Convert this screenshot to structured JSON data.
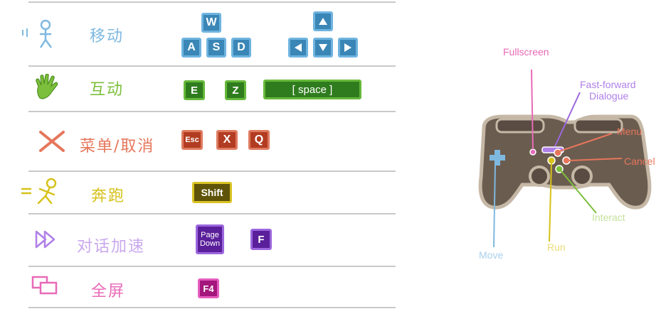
{
  "colors": {
    "move": "#7fb9e0",
    "interact": "#7cbf3c",
    "menu": "#e6765a",
    "run": "#d6c21a",
    "dialogue": "#b07fe8",
    "fullscreen": "#e86ab8"
  },
  "rows": {
    "move": {
      "label": "移动",
      "icon": "walking-person-icon",
      "keys": [
        "W",
        "A",
        "S",
        "D"
      ],
      "arrows": [
        "arrow-up",
        "arrow-left",
        "arrow-down",
        "arrow-right"
      ]
    },
    "interact": {
      "label": "互动",
      "icon": "hand-icon",
      "keys": [
        "E",
        "Z",
        "[ space ]"
      ]
    },
    "menu": {
      "label": "菜单/取消",
      "icon": "cross-icon",
      "keys": [
        "Esc",
        "X",
        "Q"
      ]
    },
    "run": {
      "label": "奔跑",
      "icon": "running-person-icon",
      "keys": [
        "Shift"
      ]
    },
    "dialogue": {
      "label": "对话加速",
      "icon": "fast-forward-icon",
      "keys": [
        "Page",
        "Down",
        "F"
      ]
    },
    "fullscreen": {
      "label": "全屏",
      "icon": "windows-icon",
      "keys": [
        "F4"
      ]
    }
  },
  "gamepad": {
    "fullscreen": "Fullscreen",
    "fast_forward_1": "Fast-forward",
    "fast_forward_2": "Dialogue",
    "menu": "Menu",
    "cancel": "Cancel",
    "interact": "Interact",
    "run": "Run",
    "move": "Move"
  }
}
